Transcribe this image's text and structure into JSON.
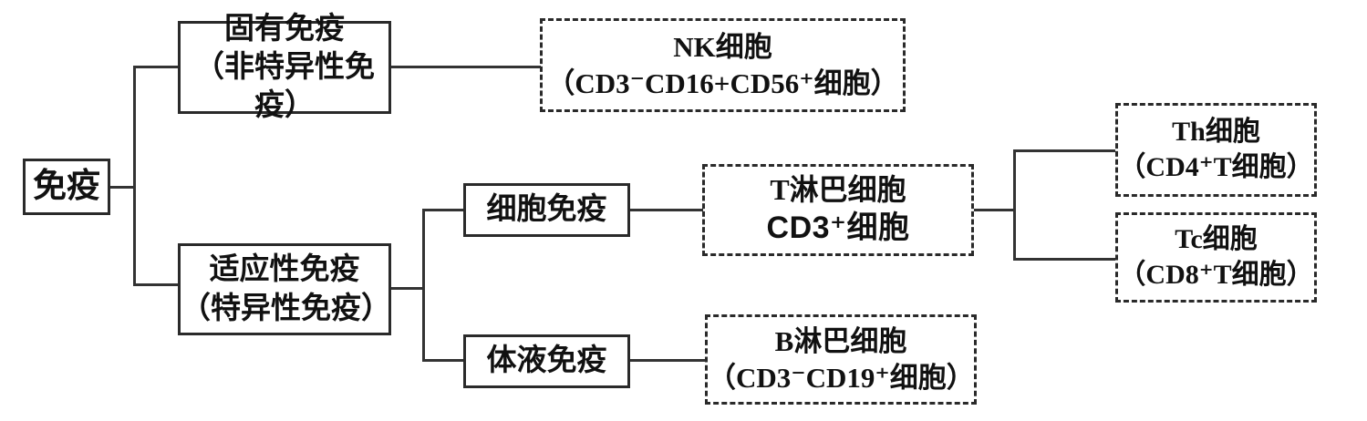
{
  "diagram": {
    "title_hint": "免疫分类图",
    "root": {
      "label": "免疫"
    },
    "innate": {
      "line1": "固有免疫",
      "line2": "（非特异性免疫）"
    },
    "nk": {
      "line1": "NK细胞",
      "line2": "（CD3⁻CD16+CD56⁺细胞）"
    },
    "adaptive": {
      "line1": "适应性免疫",
      "line2": "（特异性免疫）"
    },
    "cellular": {
      "label": "细胞免疫"
    },
    "t_cell": {
      "line1": "T淋巴细胞",
      "line2": "CD3⁺细胞"
    },
    "th": {
      "line1": "Th细胞",
      "line2": "（CD4⁺T细胞）"
    },
    "tc": {
      "line1": "Tc细胞",
      "line2": "（CD8⁺T细胞）"
    },
    "humoral": {
      "label": "体液免疫"
    },
    "b_cell": {
      "line1": "B淋巴细胞",
      "line2": "（CD3⁻CD19⁺细胞）"
    }
  },
  "colors": {
    "line": "#333333",
    "border": "#2a2a2a",
    "text": "#111111",
    "background": "#ffffff"
  }
}
